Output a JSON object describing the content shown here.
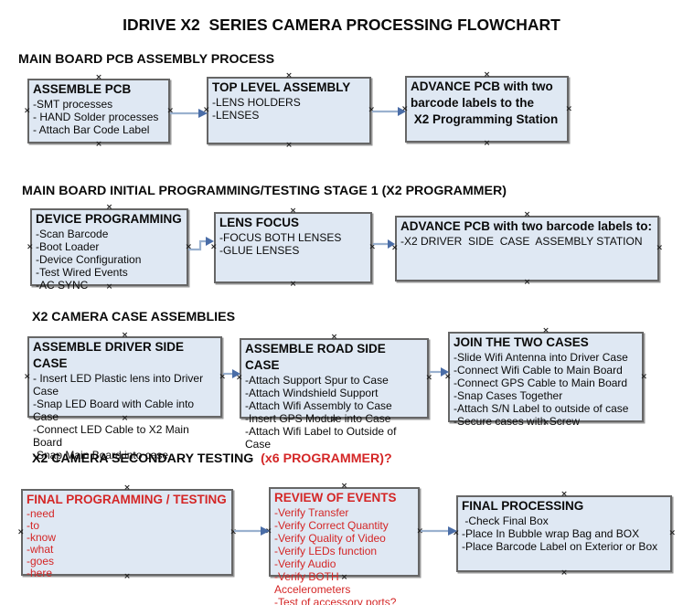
{
  "title": "IDRIVE X2  SERIES CAMERA PROCESSING FLOWCHART",
  "colors": {
    "red_text": "#d42626",
    "box_fill": "#dfe8f3",
    "box_border": "#666666",
    "arrow_line": "#9ab1cf",
    "arrow_head": "#4a6da7",
    "anchor_mark": "#222222"
  },
  "anchor_glyph": "×",
  "sections": [
    {
      "heading": "MAIN BOARD PCB ASSEMBLY PROCESS",
      "boxes": [
        {
          "title": "ASSEMBLE PCB",
          "lines": [
            "-SMT processes",
            "- HAND Solder processes",
            "- Attach Bar Code Label"
          ]
        },
        {
          "title": "TOP LEVEL ASSEMBLY",
          "lines": [
            "-LENS HOLDERS",
            "-LENSES"
          ]
        },
        {
          "title": "ADVANCE PCB with two\nbarcode labels to the\n X2 Programming Station",
          "lines": []
        }
      ]
    },
    {
      "heading": "MAIN BOARD INITIAL PROGRAMMING/TESTING STAGE 1 (X2 PROGRAMMER)",
      "boxes": [
        {
          "title": "DEVICE PROGRAMMING",
          "lines": [
            "-Scan Barcode",
            "-Boot Loader",
            "-Device Configuration",
            "-Test Wired Events",
            "-AC SYNC"
          ]
        },
        {
          "title": "LENS FOCUS",
          "lines": [
            "-FOCUS BOTH LENSES",
            "-GLUE LENSES"
          ]
        },
        {
          "title": "ADVANCE PCB with two barcode labels to:",
          "lines": [
            "-X2 DRIVER  SIDE  CASE  ASSEMBLY STATION"
          ]
        }
      ]
    },
    {
      "heading": "X2 CAMERA CASE ASSEMBLIES",
      "boxes": [
        {
          "title": "ASSEMBLE DRIVER SIDE CASE",
          "lines": [
            "- Insert LED Plastic lens into Driver Case",
            "-Snap LED Board with Cable into Case",
            "-Connect LED Cable to X2 Main Board",
            "-Snap Main Board into case"
          ]
        },
        {
          "title": "ASSEMBLE ROAD SIDE CASE",
          "lines": [
            "-Attach Support Spur to Case",
            "-Attach Windshield Support",
            "-Attach Wifi Assembly to Case",
            "-Insert GPS Module into Case",
            "-Attach Wifi Label to Outside of Case"
          ]
        },
        {
          "title": "JOIN THE TWO CASES",
          "lines": [
            "-Slide Wifi Antenna into Driver Case",
            "-Connect Wifi Cable to Main Board",
            "-Connect GPS Cable to Main Board",
            "-Snap Cases Together",
            "-Attach S/N Label to outside of case",
            "-Secure cases with Screw"
          ]
        }
      ]
    },
    {
      "heading": "X2 CAMERA SECONDARY TESTING  ",
      "heading_suffix": "(x6 PROGRAMMER)?",
      "boxes": [
        {
          "title": "FINAL PROGRAMMING / TESTING",
          "lines": [
            "-need",
            "-to",
            "-know",
            "-what",
            "-goes",
            "-here"
          ]
        },
        {
          "title": "REVIEW OF EVENTS",
          "lines": [
            "-Verify Transfer",
            "-Verify Correct Quantity",
            "-Verify Quality of Video",
            "-Verify LEDs function",
            "-Verify Audio",
            "-Verify BOTH Accelerometers",
            "-Test of accessory ports?"
          ]
        },
        {
          "title": "FINAL PROCESSING",
          "lines": [
            " -Check Final Box",
            "-Place In Bubble wrap Bag and BOX",
            "-Place Barcode Label on Exterior or Box"
          ]
        }
      ]
    }
  ]
}
